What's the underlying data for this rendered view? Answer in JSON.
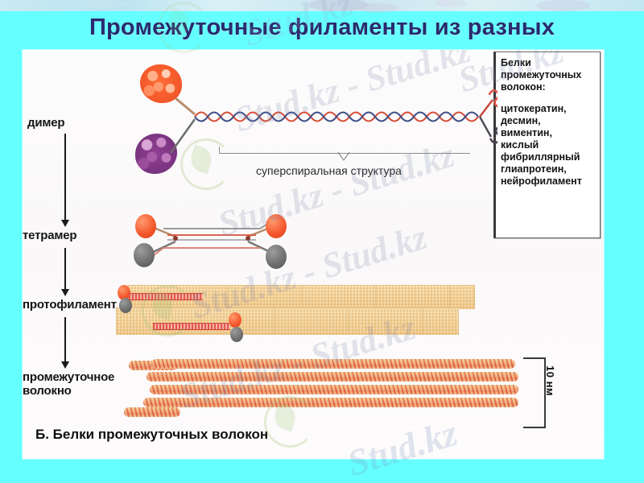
{
  "slide": {
    "background_color": "#66ffff",
    "title": "Промежуточные филаменты из разных",
    "title_color": "#2b2a6e",
    "caption": "Б. Белки промежуточных волокон"
  },
  "info_box": {
    "heading": "Белки\nпромежуточных\nволокон:",
    "items_text": "цитокератин,\nдесмин,\nвиментин,\nкислый\nфибриллярный\nглиапротеин,\nнейрофиламент",
    "items": [
      "цитокератин",
      "десмин",
      "виментин",
      "кислый фибриллярный глиапротеин",
      "нейрофиламент"
    ]
  },
  "stages": [
    {
      "label": "димер"
    },
    {
      "label": "тетрамер"
    },
    {
      "label": "протофиламент"
    },
    {
      "label": "промежуточное\nволокно"
    }
  ],
  "annotations": {
    "coiled_coil": "суперспиральная структура",
    "scale_label": "10 нм"
  },
  "colors": {
    "cyan_background": "#66ffff",
    "panel": "#fbfafa",
    "title_navy": "#2b2a6e",
    "orange_globule": "#f4552a",
    "purple_globule": "#8e3f92",
    "gray_globule": "#6d6d6d",
    "coil_red": "#d6503a",
    "coil_blue": "#3a4f8f",
    "brick_tan": "#f2d39d",
    "filament_strand": "#e2674a"
  },
  "watermark": {
    "text": "Stud.kz",
    "text_long": "Stud.kz - Stud.kz"
  }
}
